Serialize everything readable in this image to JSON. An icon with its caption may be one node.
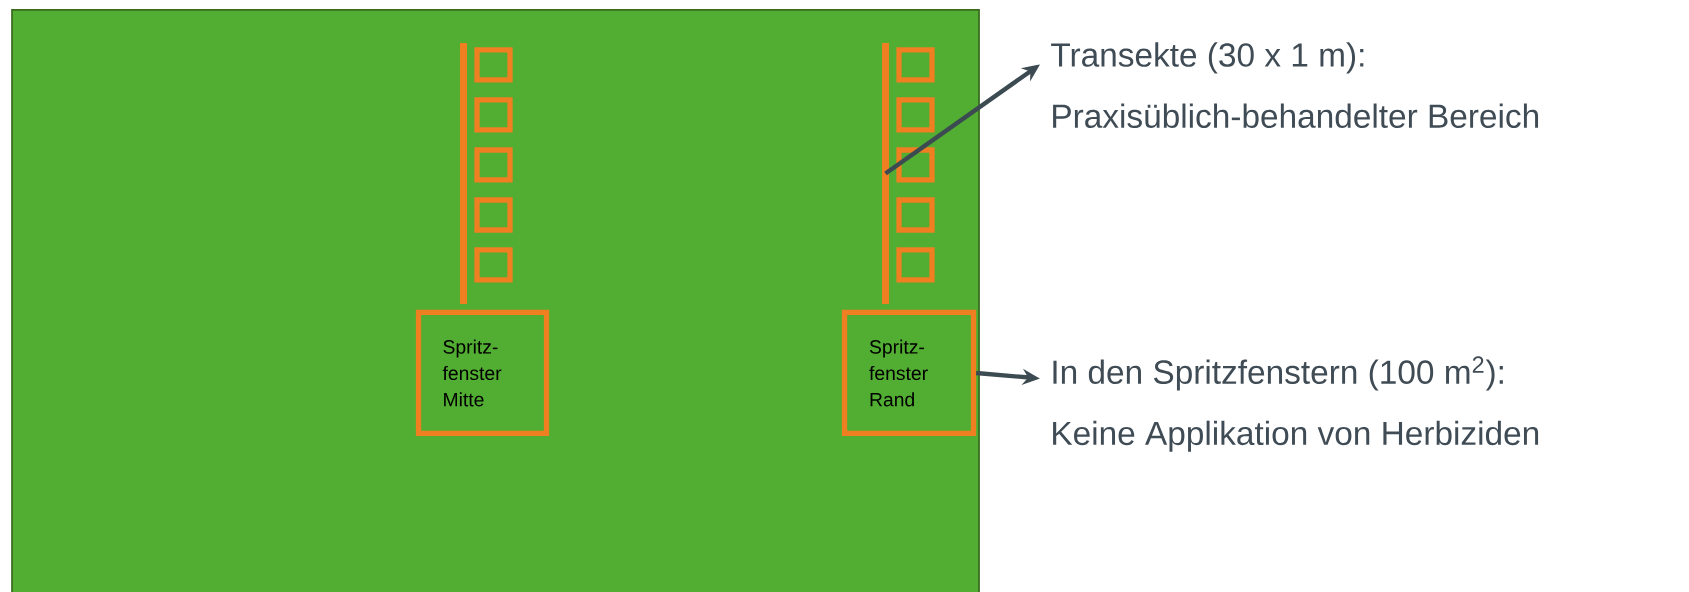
{
  "diagram": {
    "nodes": [
      {
        "text": [],
        "shape": "box"
      },
      {
        "text": [
          "Spritz- fenster Mitte"
        ],
        "in": 0
      },
      {
        "text": [
          "Spritz- fenster Rand"
        ],
        "in": 0
      },
      {
        "text": [],
        "shape": "bar",
        "in": 0
      },
      {
        "text": [],
        "shape": "bar",
        "in": 0
      },
      {
        "text": [
          "Transekte (30 x 1 m):",
          "Praxisüblich-behandelter Bereich"
        ]
      },
      {
        "text": [
          "In den Spritzfenstern (100 m$^{2}$):",
          "Keine Applikation von Herbiziden"
        ]
      }
    ],
    "edges": [
      {
        "from": 4,
        "to": 5,
        "arrow": "to"
      },
      {
        "from": 2,
        "to": 6,
        "arrow": "to"
      }
    ]
  }
}
